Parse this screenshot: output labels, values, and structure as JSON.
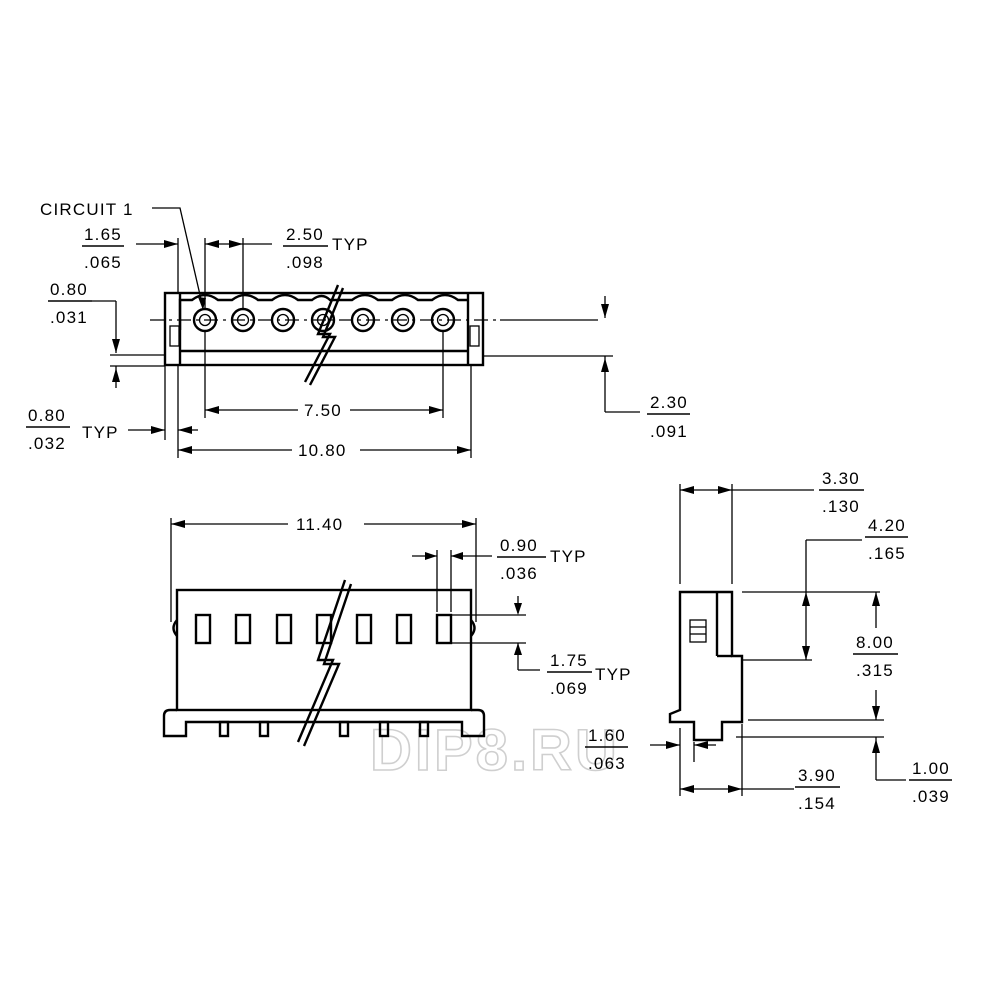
{
  "top_view": {
    "circuit_label": "CIRCUIT 1",
    "dim_pin1_offset": {
      "mm": "1.65",
      "in": ".065"
    },
    "dim_pitch": {
      "mm": "2.50",
      "in": ".098",
      "note": "TYP"
    },
    "dim_wall": {
      "mm": "0.80",
      "in": ".031"
    },
    "dim_pin_span": "7.50",
    "dim_depth": {
      "mm": "2.30",
      "in": ".091"
    },
    "dim_rib": {
      "mm": "0.80",
      "in": ".032",
      "note": "TYP"
    },
    "dim_total_length": "10.80"
  },
  "front_view": {
    "dim_length": "11.40",
    "dim_window_width": {
      "mm": "0.90",
      "in": ".036",
      "note": "TYP"
    },
    "dim_window_height": {
      "mm": "1.75",
      "in": ".069",
      "note": "TYP"
    }
  },
  "side_view": {
    "dim_top_width": {
      "mm": "3.30",
      "in": ".130"
    },
    "dim_upper": {
      "mm": "4.20",
      "in": ".165"
    },
    "dim_height": {
      "mm": "8.00",
      "in": ".315"
    },
    "dim_pin_offset": {
      "mm": "1.60",
      "in": ".063"
    },
    "dim_base_width": {
      "mm": "3.90",
      "in": ".154"
    },
    "dim_pin_length": {
      "mm": "1.00",
      "in": ".039"
    }
  },
  "watermark": "DIP8.RU"
}
